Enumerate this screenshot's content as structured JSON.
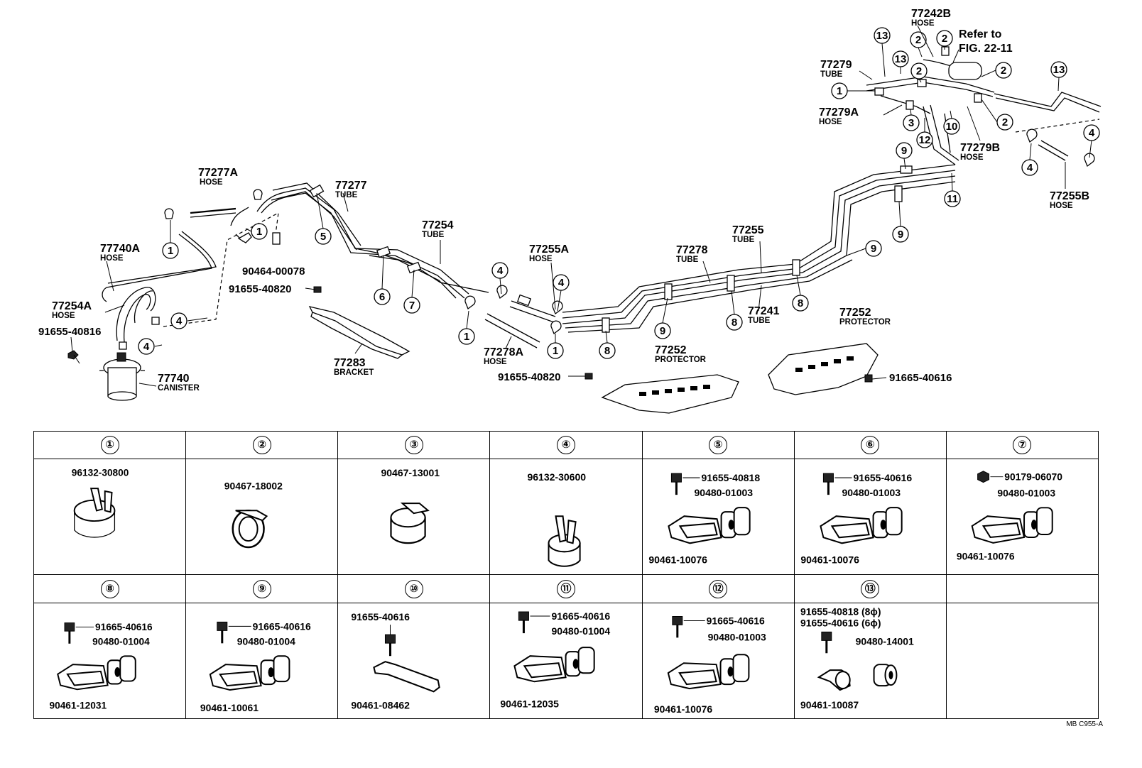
{
  "diagram": {
    "labels": [
      {
        "id": "p77277A",
        "num": "77277A",
        "desc": "HOSE"
      },
      {
        "id": "p77740A",
        "num": "77740A",
        "desc": "HOSE"
      },
      {
        "id": "p77254A",
        "num": "77254A",
        "desc": "HOSE"
      },
      {
        "id": "p91655_40816",
        "num": "91655-40816",
        "desc": ""
      },
      {
        "id": "p77740",
        "num": "77740",
        "desc": "CANISTER"
      },
      {
        "id": "p90464_00078",
        "num": "90464-00078",
        "desc": ""
      },
      {
        "id": "p91655_40820a",
        "num": "91655-40820",
        "desc": ""
      },
      {
        "id": "p77277",
        "num": "77277",
        "desc": "TUBE"
      },
      {
        "id": "p77254",
        "num": "77254",
        "desc": "TUBE"
      },
      {
        "id": "p77283",
        "num": "77283",
        "desc": "BRACKET"
      },
      {
        "id": "p77255A",
        "num": "77255A",
        "desc": "HOSE"
      },
      {
        "id": "p77278A",
        "num": "77278A",
        "desc": "HOSE"
      },
      {
        "id": "p91655_40820b",
        "num": "91655-40820",
        "desc": ""
      },
      {
        "id": "p77278",
        "num": "77278",
        "desc": "TUBE"
      },
      {
        "id": "p77255",
        "num": "77255",
        "desc": "TUBE"
      },
      {
        "id": "p77241",
        "num": "77241",
        "desc": "TUBE"
      },
      {
        "id": "p77252a",
        "num": "77252",
        "desc": "PROTECTOR"
      },
      {
        "id": "p77252b",
        "num": "77252",
        "desc": "PROTECTOR"
      },
      {
        "id": "p91665_40616",
        "num": "91665-40616",
        "desc": ""
      },
      {
        "id": "p77242B",
        "num": "77242B",
        "desc": "HOSE"
      },
      {
        "id": "p77279",
        "num": "77279",
        "desc": "TUBE"
      },
      {
        "id": "p77279A",
        "num": "77279A",
        "desc": "HOSE"
      },
      {
        "id": "p77279B",
        "num": "77279B",
        "desc": "HOSE"
      },
      {
        "id": "p77255B",
        "num": "77255B",
        "desc": "HOSE"
      }
    ],
    "refer_line1": "Refer to",
    "refer_line2": "FIG. 22-11"
  },
  "legend": {
    "rows": [
      [
        {
          "n": "①",
          "parts": [
            "96132-30800"
          ]
        },
        {
          "n": "②",
          "parts": [
            "90467-18002"
          ]
        },
        {
          "n": "③",
          "parts": [
            "90467-13001"
          ]
        },
        {
          "n": "④",
          "parts": [
            "96132-30600"
          ]
        },
        {
          "n": "⑤",
          "parts": [
            "91655-40818",
            "90480-01003",
            "90461-10076"
          ]
        },
        {
          "n": "⑥",
          "parts": [
            "91655-40616",
            "90480-01003",
            "90461-10076"
          ]
        },
        {
          "n": "⑦",
          "parts": [
            "90179-06070",
            "90480-01003",
            "90461-10076"
          ]
        }
      ],
      [
        {
          "n": "⑧",
          "parts": [
            "91665-40616",
            "90480-01004",
            "90461-12031"
          ]
        },
        {
          "n": "⑨",
          "parts": [
            "91665-40616",
            "90480-01004",
            "90461-10061"
          ]
        },
        {
          "n": "⑩",
          "parts": [
            "91655-40616",
            "90461-08462"
          ]
        },
        {
          "n": "⑪",
          "parts": [
            "91665-40616",
            "90480-01004",
            "90461-12035"
          ]
        },
        {
          "n": "⑫",
          "parts": [
            "91665-40616",
            "90480-01003",
            "90461-10076"
          ]
        },
        {
          "n": "⑬",
          "parts": [
            "91655-40818 (8ϕ)",
            "91655-40616 (6ϕ)",
            "90480-14001",
            "90461-10087"
          ]
        },
        {
          "n": "",
          "parts": []
        }
      ]
    ]
  },
  "footer": "MB C955-A"
}
